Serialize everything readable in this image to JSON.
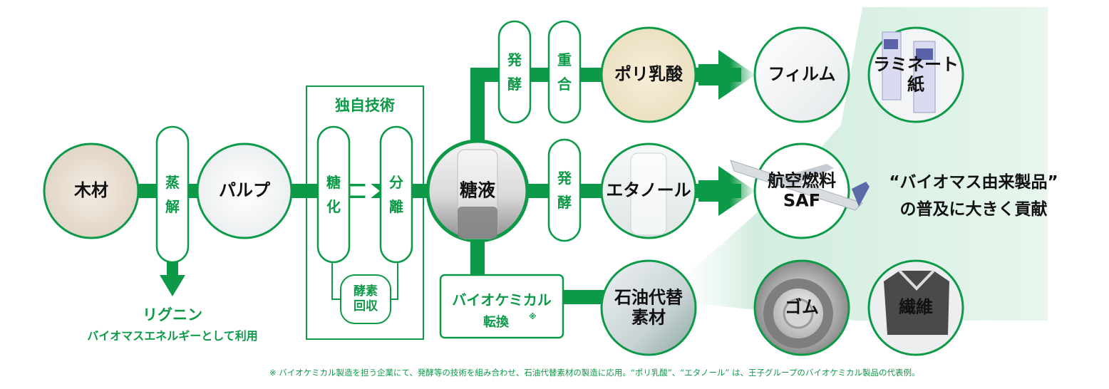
{
  "colors": {
    "accent": "#0d9a48",
    "light_band": "#bfe7d1",
    "text": "#111111"
  },
  "nodes": {
    "wood": "木材",
    "pulp": "パルプ",
    "sugar_liquid": "糖液",
    "polylactic_acid": "ポリ乳酸",
    "ethanol": "エタノール",
    "petro_alt_line1": "石油代替",
    "petro_alt_line2": "素材",
    "film": "フィルム",
    "laminate_line1": "ラミネート",
    "laminate_line2": "紙",
    "saf_line1": "航空燃料",
    "saf_line2": "SAF",
    "rubber": "ゴム",
    "fiber": "繊維"
  },
  "steps": {
    "steam_1": "蒸",
    "steam_2": "解",
    "saccharify_1": "糖",
    "saccharify_2": "化",
    "separate_1": "分",
    "separate_2": "離",
    "ferment_top_1": "発",
    "ferment_top_2": "酵",
    "polymer_1": "重",
    "polymer_2": "合",
    "ferment_mid_1": "発",
    "ferment_mid_2": "酵",
    "enzyme_line1": "酵素",
    "enzyme_line2": "回収"
  },
  "labels": {
    "unique_tech": "独自技術",
    "lignin": "リグニン",
    "lignin_sub": "バイオマスエネルギーとして利用",
    "biochem_line1": "バイオケミカル",
    "biochem_line2": "転換",
    "biochem_mark": "※",
    "tagline_line1": "“バイオマス由来製品”",
    "tagline_line2": "の普及に大きく貢献"
  },
  "footnote": "※ バイオケミカル製造を担う企業にて、発酵等の技術を組み合わせ、石油代替素材の製造に応用。“ポリ乳酸”、“エタノール” は、王子グループのバイオケミカル製品の代表例。"
}
